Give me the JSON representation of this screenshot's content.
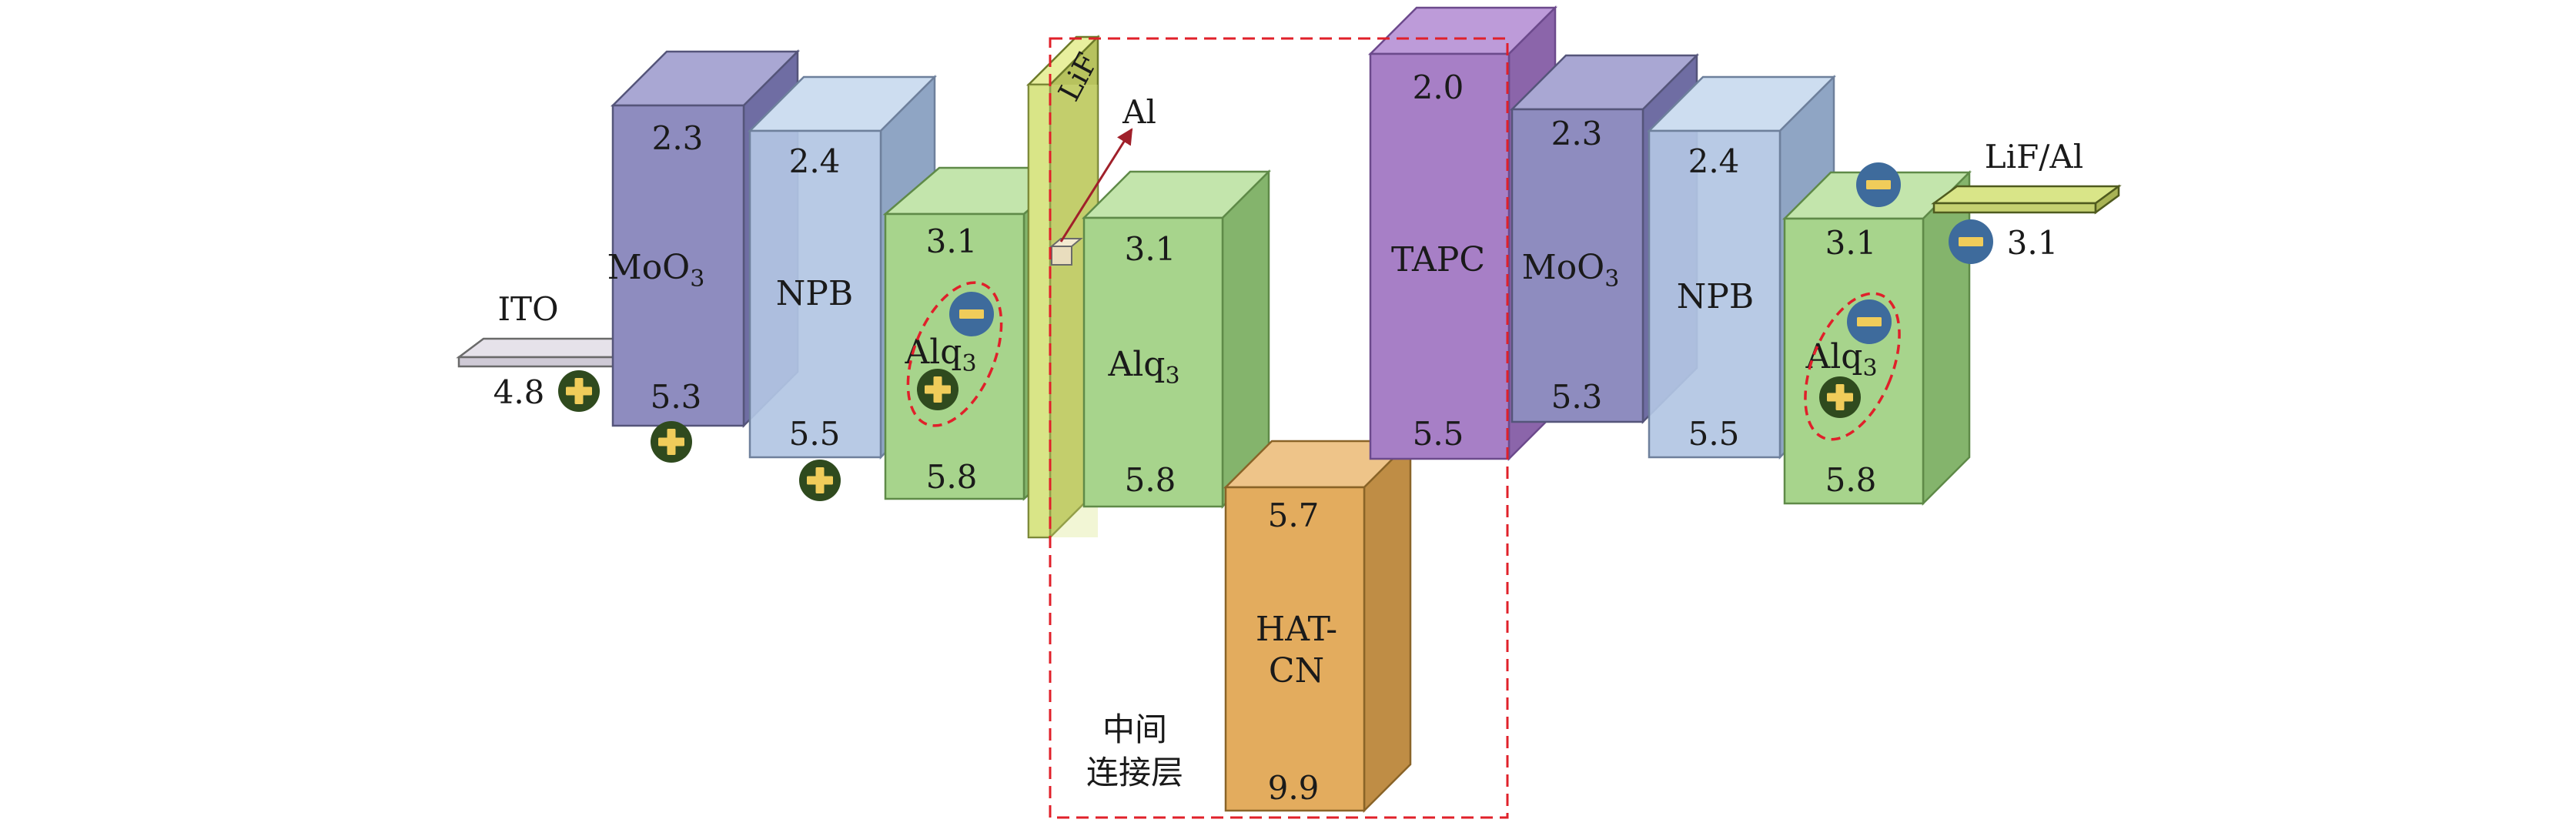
{
  "colors": {
    "mo_front": "#8e8cbf",
    "mo_top": "#a9a7d3",
    "mo_side": "#6f6da3",
    "npb_front": "#b2c6e3",
    "npb_top": "#cdddf0",
    "npb_side": "#8fa5c4",
    "alq_front": "#a7d48c",
    "alq_top": "#c3e5ac",
    "alq_side": "#84b46c",
    "tapc_front": "#a77fc6",
    "tapc_top": "#bd9bd9",
    "tapc_side": "#8b65aa",
    "hat_front": "#e3ac5e",
    "hat_top": "#eec489",
    "hat_side": "#bf8d45",
    "lif_front": "#d9e588",
    "lif_side": "#b7c25e",
    "ito": "#e6e2ea",
    "red_dash": "#e0202a",
    "plus_bg": "#2f4a1e",
    "minus_bg": "#3e6b9c",
    "carrier_mark": "#f0cc5a",
    "arrow": "#a0202a"
  },
  "labels": {
    "ito": "ITO",
    "ito_level": "4.8",
    "lif_al": "LiF/Al",
    "lif_al_level": "3.1",
    "lif_strip": "LiF",
    "al": "Al",
    "middle_line1": "中间",
    "middle_line2": "连接层"
  },
  "layers": [
    {
      "id": "moo3-1",
      "name": "MoO",
      "sub": "3",
      "top": "2.3",
      "bottom": "5.3"
    },
    {
      "id": "npb-1",
      "name": "NPB",
      "sub": "",
      "top": "2.4",
      "bottom": "5.5"
    },
    {
      "id": "alq3-1",
      "name": "Alq",
      "sub": "3",
      "top": "3.1",
      "bottom": "5.8"
    },
    {
      "id": "alq3-2",
      "name": "Alq",
      "sub": "3",
      "top": "3.1",
      "bottom": "5.8"
    },
    {
      "id": "hatcn",
      "name_line1": "HAT-",
      "name_line2": "CN",
      "top": "5.7",
      "bottom": "9.9"
    },
    {
      "id": "tapc",
      "name": "TAPC",
      "sub": "",
      "top": "2.0",
      "bottom": "5.5"
    },
    {
      "id": "moo3-2",
      "name": "MoO",
      "sub": "3",
      "top": "2.3",
      "bottom": "5.3"
    },
    {
      "id": "npb-2",
      "name": "NPB",
      "sub": "",
      "top": "2.4",
      "bottom": "5.5"
    },
    {
      "id": "alq3-3",
      "name": "Alq",
      "sub": "3",
      "top": "3.1",
      "bottom": "5.8"
    }
  ]
}
